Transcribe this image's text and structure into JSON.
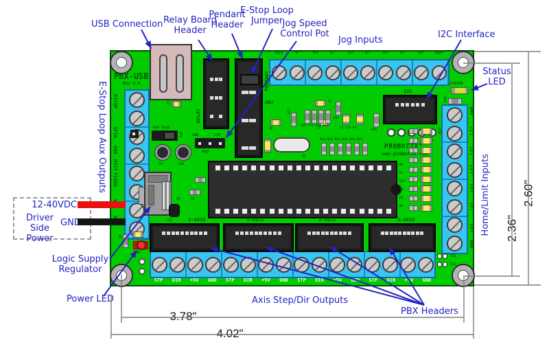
{
  "annotations": {
    "usb_connection": "USB Connection",
    "relay_board_header": {
      "line1": "Relay Board",
      "line2": "Header"
    },
    "pendant_header": {
      "line1": "Pendant",
      "line2": "Header"
    },
    "estop_loop_jumper": {
      "line1": "E-Stop Loop",
      "line2": "Jumper"
    },
    "jog_speed_pot": {
      "line1": "Jog Speed",
      "line2": "Control Pot"
    },
    "jog_inputs": "Jog Inputs",
    "i2c_interface": "I2C Interface",
    "status_led": {
      "line1": "Status",
      "line2": "LED"
    },
    "home_limit_inputs": "Home/Limit Inputs",
    "estop_loop": "E-Stop Loop",
    "aux_outputs": "Aux Outputs",
    "driver_side_power": {
      "line1": "Driver Side",
      "line2": "Power"
    },
    "supply_positive": "12-40VDC",
    "supply_ground": "GND",
    "logic_supply_regulator": {
      "line1": "Logic Supply",
      "line2": "Regulator"
    },
    "power_led": "Power LED",
    "axis_step_dir_outputs": "Axis Step/Dir Outputs",
    "pbx_headers": "PBX Headers"
  },
  "dimensions": {
    "hole_width": "3.78\"",
    "board_width": "4.02\"",
    "hole_height": "2.36\"",
    "board_height": "2.60\""
  },
  "board": {
    "title": "PBX-USB",
    "revision": "Rev 1.4",
    "logo": "PROBOTIX™",
    "website": "www.probotix.com",
    "terminals": {
      "left": [
        "ESTOP",
        "SPIN",
        "GND",
        "MIST",
        "FLOOD",
        "VIN",
        "GND"
      ],
      "top": [
        "+5V",
        "-A",
        "+A",
        "-Z",
        "+Z",
        "-Y",
        "+Y",
        "-X",
        "+X",
        "+5V"
      ],
      "right": [
        "GND",
        "LZ2",
        "LZ1",
        "LY2",
        "LY1",
        "LX2",
        "LX1",
        "GND"
      ],
      "bottom": [
        "STP",
        "DIR",
        "+5V",
        "GND",
        "STP",
        "DIR",
        "+5V",
        "GND",
        "STP",
        "DIR",
        "+5V",
        "GND",
        "STP",
        "DIR",
        "+5V",
        "GND"
      ]
    },
    "headers": {
      "relay": "RELAY",
      "pendant": "PENDANT",
      "pendant_ref": "◁RB4",
      "i2c": "I2C",
      "icsp": "ICSP",
      "pot": "POT",
      "pot_gnd": "GND",
      "pot_5v": "+5V",
      "jp1": "JP1",
      "jp1_options": "Vin Vusb",
      "axis": [
        "X-AXIS",
        "Y-AXIS",
        "Z-AXIS",
        "A-AXIS"
      ]
    },
    "silkscreen": {
      "status": "STATUS",
      "pwr": "PWR",
      "r21": "R21",
      "r36": "R36",
      "r3": "R3",
      "c17": "C17",
      "c2": "C2",
      "c28": "C28",
      "c28b": "C28",
      "c8": "C8",
      "c7": "C7",
      "c5": "C5",
      "c3": "C3",
      "d2": "D2",
      "r2": "R2",
      "r12": "R12",
      "q1": "Q1",
      "sj1": "SJ1",
      "sj2": "SJ2",
      "res_row1": "R38 C30 R37 D11",
      "res_row2": "C6 C16 R4",
      "res_row3": "R33 R26 R25 R24 R23 R22",
      "led_labels": [
        "D9",
        "D7",
        "D10",
        "D8",
        "D5",
        "D6"
      ]
    }
  }
}
